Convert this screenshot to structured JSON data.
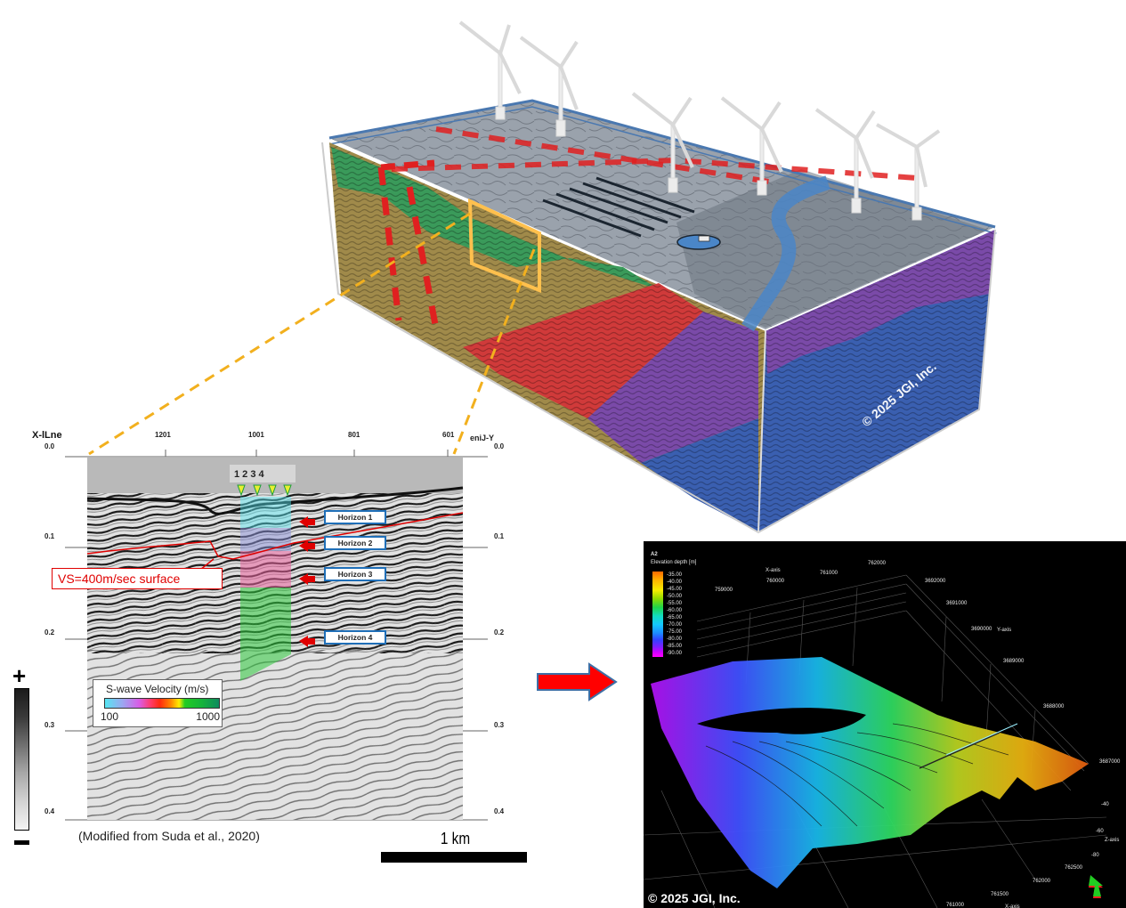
{
  "block_diagram": {
    "copyright": "© 2025 JGI, Inc.",
    "turbine_count": 6,
    "colors": {
      "seafloor": "#8d96a0",
      "green_layer": "#3a9a5a",
      "tan_layer": "#a08a4a",
      "red_layer": "#d03a3a",
      "purple_layer": "#7a4aa8",
      "blue_layer": "#3a5fb0",
      "fault_dash": "#e02020",
      "river": "#4a86c8",
      "highlight_box": "#ffc04d"
    }
  },
  "seismic_section": {
    "x_axis_title": "X-lLne",
    "right_axis_title": "eniJ-Y",
    "x_ticks": [
      "1201",
      "1001",
      "801",
      "601"
    ],
    "y_ticks_left": [
      "0.0",
      "0.1",
      "0.2",
      "0.3",
      "0.4"
    ],
    "y_ticks_right": [
      "0.0",
      "0.1",
      "0.2",
      "0.3",
      "0.4"
    ],
    "well_labels": "1 2 3 4",
    "horizons": [
      "Horizon 1",
      "Horizon 2",
      "Horizon 3",
      "Horizon 4"
    ],
    "vs_surface_label": "VS=400m/sec surface",
    "velocity_legend": {
      "title": "S-wave Velocity (m/s)",
      "min": "100",
      "max": "1000"
    },
    "amplitude_scale": {
      "plus": "+",
      "minus": "−"
    },
    "caption": "(Modified from Suda et al., 2020)",
    "scale_bar_label": "1 km"
  },
  "arrow": {
    "color": "#ff0000",
    "border": "#3d6fa6"
  },
  "surface_3d": {
    "title": "A2",
    "colorbar_title": "Elevation depth [m]",
    "colorbar_ticks": [
      "-35.00",
      "-40.00",
      "-45.00",
      "-50.00",
      "-55.00",
      "-60.00",
      "-65.00",
      "-70.00",
      "-75.00",
      "-80.00",
      "-85.00",
      "-90.00"
    ],
    "x_axis_label": "X-axis",
    "y_axis_label": "Y-axis",
    "z_axis_label": "Z-axis",
    "x_ticks_top": [
      "759000",
      "760000",
      "761000",
      "762000"
    ],
    "y_ticks": [
      "3692000",
      "3691000",
      "3690000",
      "3689000",
      "3688000",
      "3687000"
    ],
    "z_ticks": [
      "-40",
      "-60",
      "-80"
    ],
    "x_ticks_bottom": [
      "761000",
      "761500",
      "762000",
      "762500"
    ],
    "copyright": "© 2025 JGI, Inc."
  }
}
